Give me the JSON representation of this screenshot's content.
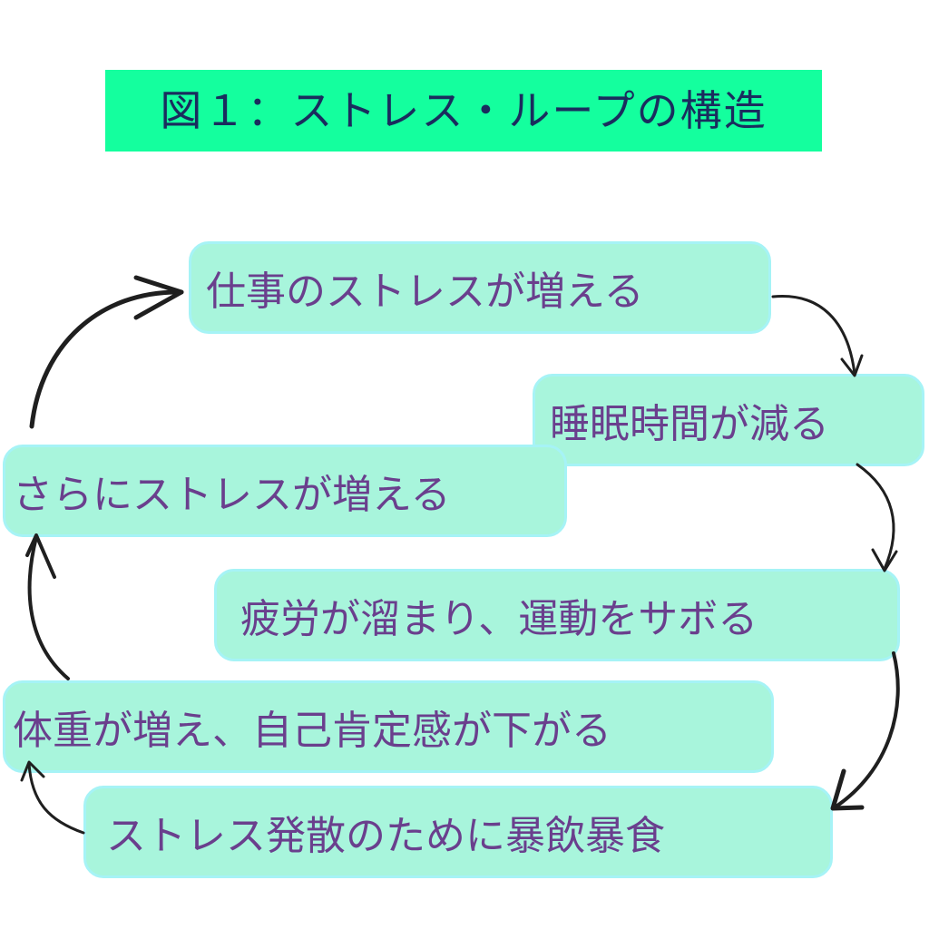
{
  "title": "図１：ストレス・ループの構造",
  "nodes": [
    {
      "label": "仕事のストレスが増える"
    },
    {
      "label": "睡眠時間が減る"
    },
    {
      "label": "さらにストレスが増える"
    },
    {
      "label": "疲労が溜まり、運動をサボる"
    },
    {
      "label": "体重が増え、自己肯定感が下がる"
    },
    {
      "label": "ストレス発散のために暴飲暴食"
    }
  ],
  "colors": {
    "title_bg": "#14ff9e",
    "title_text": "#1a2c5e",
    "node_bg": "#a8f5dc",
    "node_border": "#a6f3f6",
    "node_text": "#6a3f8d",
    "arrow": "#1f1f1f"
  }
}
